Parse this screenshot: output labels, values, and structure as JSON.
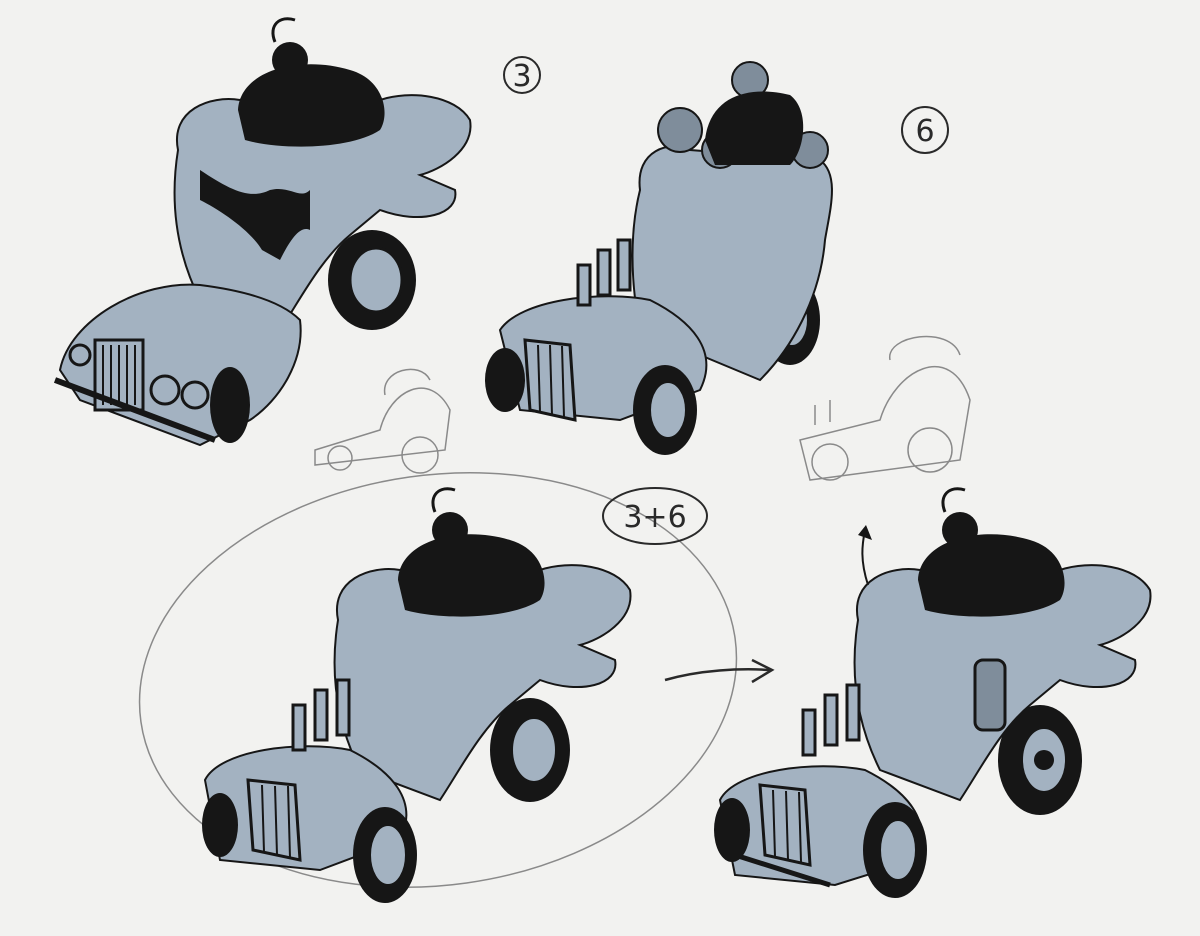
{
  "labels": {
    "label_a": "3",
    "label_b": "6",
    "label_combined": "3+6"
  },
  "colors": {
    "background": "#f2f2f0",
    "body_fill": "#a3b2c1",
    "ink": "#161616",
    "pencil": "#8a8a8a"
  },
  "icons": {
    "arrow": "arrow-right-icon"
  }
}
